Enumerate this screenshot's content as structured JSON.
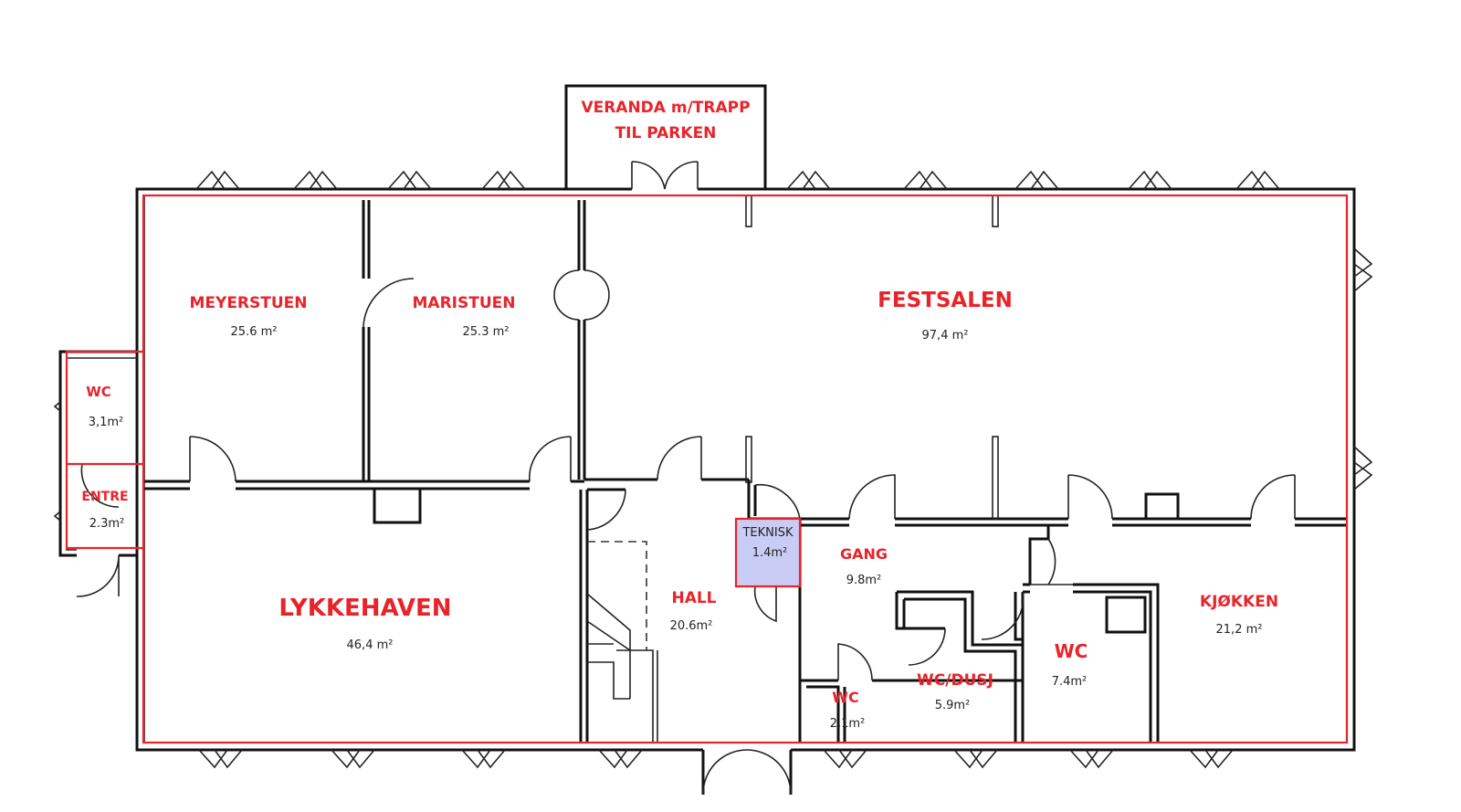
{
  "veranda": {
    "line1": "VERANDA m/TRAPP",
    "line2": "TIL PARKEN"
  },
  "rooms": {
    "meyerstuen": {
      "name": "MEYERSTUEN",
      "area": "25.6 m²"
    },
    "maristuen": {
      "name": "MARISTUEN",
      "area": "25.3 m²"
    },
    "festsalen": {
      "name": "FESTSALEN",
      "area": "97,4 m²"
    },
    "wc_left": {
      "name": "WC",
      "area": "3,1m²"
    },
    "entre": {
      "name": "ENTRE",
      "area": "2.3m²"
    },
    "lykkehaven": {
      "name": "LYKKEHAVEN",
      "area": "46,4 m²"
    },
    "hall": {
      "name": "HALL",
      "area": "20.6m²"
    },
    "teknisk": {
      "name": "TEKNISK",
      "area": "1.4m²"
    },
    "gang": {
      "name": "GANG",
      "area": "9.8m²"
    },
    "wc_small": {
      "name": "WC",
      "area": "2,1m²"
    },
    "wc_dusj": {
      "name": "WC/DUSJ",
      "area": "5.9m²"
    },
    "wc_right": {
      "name": "WC",
      "area": "7.4m²"
    },
    "kjokken": {
      "name": "KJØKKEN",
      "area": "21,2 m²"
    }
  },
  "colors": {
    "label": "#e8242b",
    "outline": "#e8242b",
    "teknisk_fill": "#c9cdf5",
    "wall": "#111111"
  }
}
